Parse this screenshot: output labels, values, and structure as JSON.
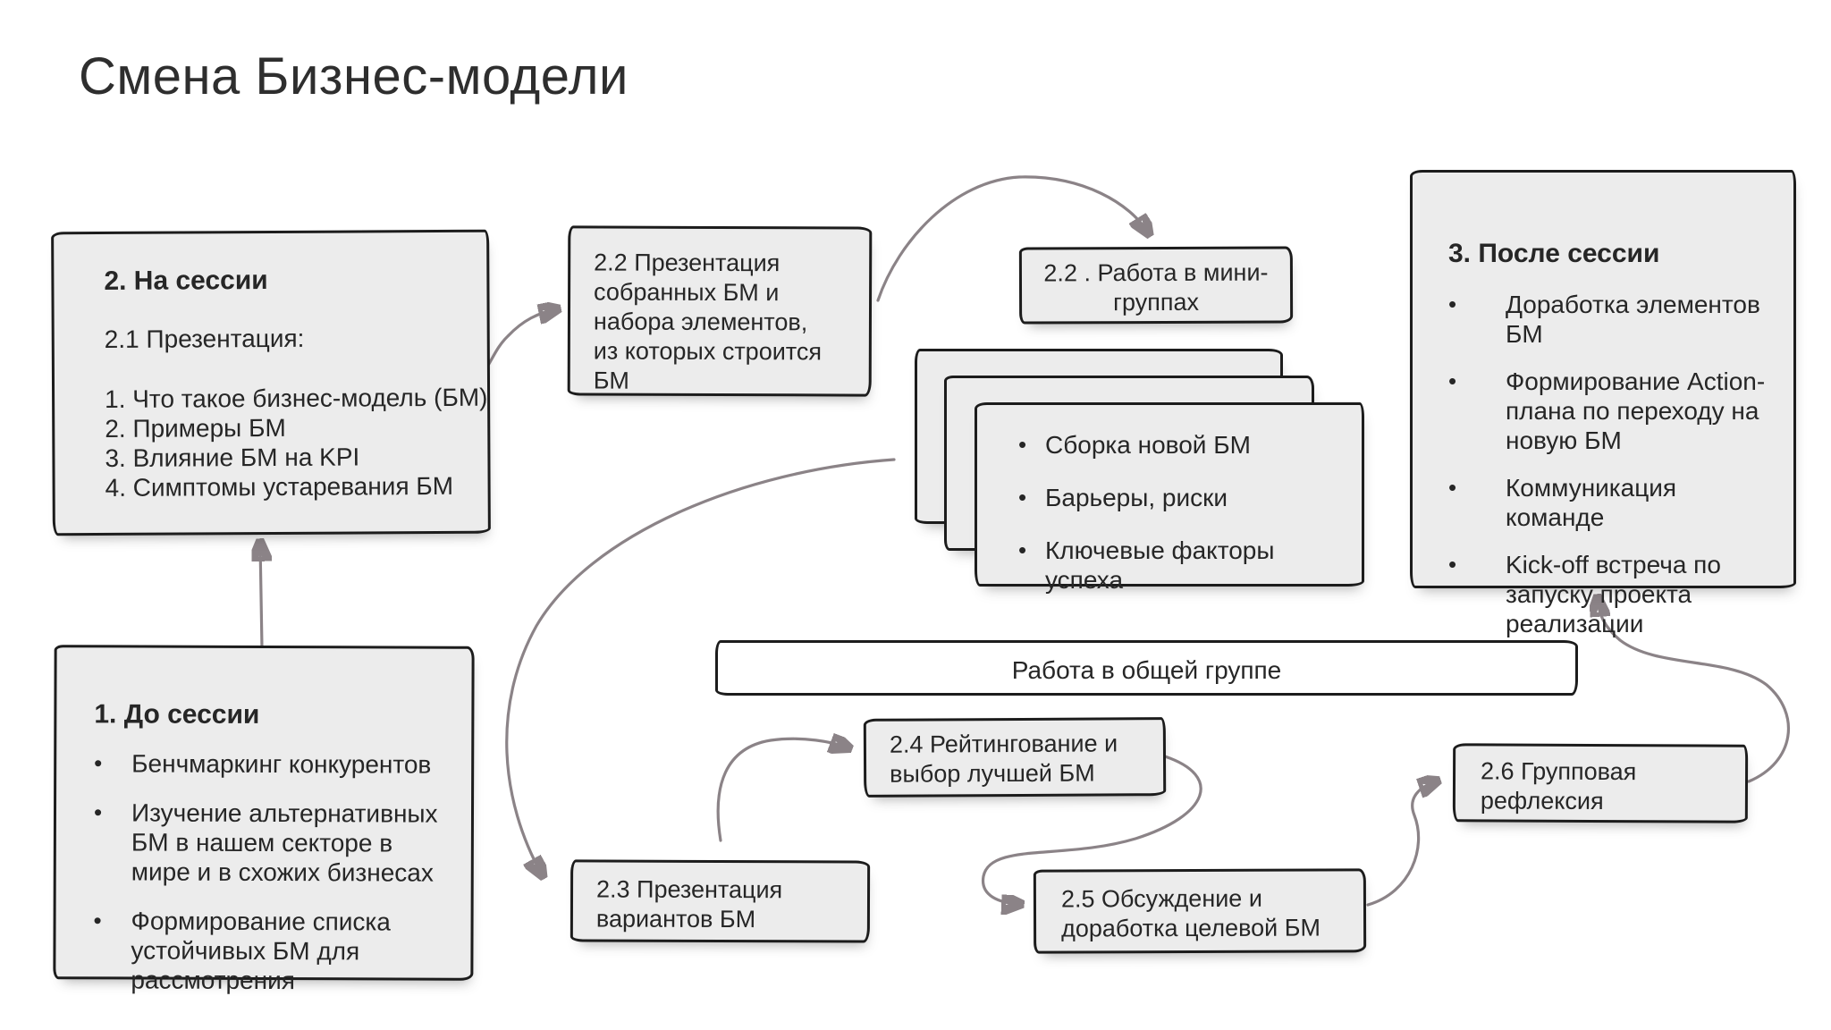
{
  "title": "Смена Бизнес-модели",
  "colors": {
    "background": "#ffffff",
    "box_fill": "#ececec",
    "box_border": "#1c1c1c",
    "bar_fill": "#ffffff",
    "arrow": "#8b8387",
    "text": "#262626"
  },
  "boxes": {
    "on_session": {
      "heading": "2. На сессии",
      "subheading": "2.1 Презентация:",
      "list": [
        "1. Что такое бизнес-модель (БМ)",
        "2. Примеры БМ",
        "3. Влияние БМ на KPI",
        "4. Симптомы устаревания БМ"
      ]
    },
    "presentation_bm": {
      "lines": [
        "2.2 Презентация",
        "собранных БМ и",
        "набора элементов,",
        "из которых строится",
        "БМ"
      ]
    },
    "mini_groups": {
      "lines": [
        "2.2 . Работа в мини-",
        "группах"
      ]
    },
    "after_session": {
      "heading": "3. После сессии",
      "bullets": [
        "Доработка элементов БМ",
        "Формирование Action- плана по переходу на новую БМ",
        "Коммуникация команде",
        "Kick-off встреча по запуску проекта реализации"
      ]
    },
    "mini_group_tasks": {
      "bullets": [
        "Сборка новой БМ",
        "Барьеры, риски",
        "Ключевые факторы успеха"
      ]
    },
    "before_session": {
      "heading": "1. До сессии",
      "bullets": [
        "Бенчмаркинг конкурентов",
        "Изучение альтернативных БМ в нашем секторе в мире и в схожих бизнесах",
        "Формирование списка устойчивых БМ для рассмотрения"
      ]
    },
    "common_group": {
      "label": "Работа в общей группе"
    },
    "rating": {
      "lines": [
        "2.4 Рейтингование и",
        "выбор лучшей БМ"
      ]
    },
    "variants": {
      "lines": [
        "2.3 Презентация",
        "вариантов БМ"
      ]
    },
    "discussion": {
      "lines": [
        "2.5 Обсуждение и",
        "доработка целевой  БМ"
      ]
    },
    "reflection": {
      "lines": [
        "2.6 Групповая",
        "рефлексия"
      ]
    }
  }
}
